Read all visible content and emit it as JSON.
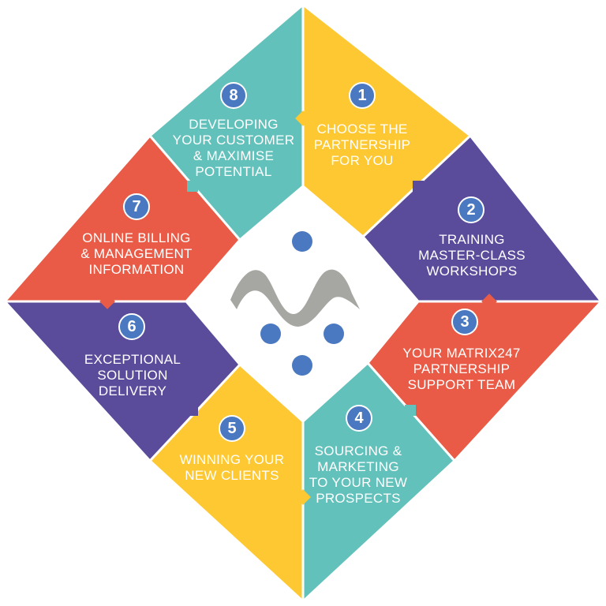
{
  "colors": {
    "yellow": "#fdc832",
    "purple": "#5a4b9b",
    "red": "#e95b46",
    "teal": "#63c1bb",
    "badge": "#4a79c1",
    "logo_gray": "#a6a7a2",
    "logo_dot": "#4a79c1",
    "center_bg": "#ffffff"
  },
  "center": {
    "logo_icon": "matrix247-logo-icon"
  },
  "segments": [
    {
      "number": "1",
      "color": "yellow",
      "lines": [
        "CHOOSE THE",
        "PARTNERSHIP",
        "FOR YOU"
      ]
    },
    {
      "number": "2",
      "color": "purple",
      "lines": [
        "TRAINING",
        "MASTER-CLASS",
        "WORKSHOPS"
      ]
    },
    {
      "number": "3",
      "color": "red",
      "lines": [
        "YOUR MATRIX247",
        "PARTNERSHIP",
        "SUPPORT TEAM"
      ]
    },
    {
      "number": "4",
      "color": "teal",
      "lines": [
        "SOURCING &",
        "MARKETING",
        "TO YOUR NEW",
        "PROSPECTS"
      ]
    },
    {
      "number": "5",
      "color": "yellow",
      "lines": [
        "WINNING YOUR",
        "NEW CLIENTS"
      ]
    },
    {
      "number": "6",
      "color": "purple",
      "lines": [
        "EXCEPTIONAL",
        "SOLUTION",
        "DELIVERY"
      ]
    },
    {
      "number": "7",
      "color": "red",
      "lines": [
        "ONLINE BILLING",
        "& MANAGEMENT",
        "INFORMATION"
      ]
    },
    {
      "number": "8",
      "color": "teal",
      "lines": [
        "DEVELOPING",
        "YOUR CUSTOMER",
        "& MAXIMISE",
        "POTENTIAL"
      ]
    }
  ]
}
